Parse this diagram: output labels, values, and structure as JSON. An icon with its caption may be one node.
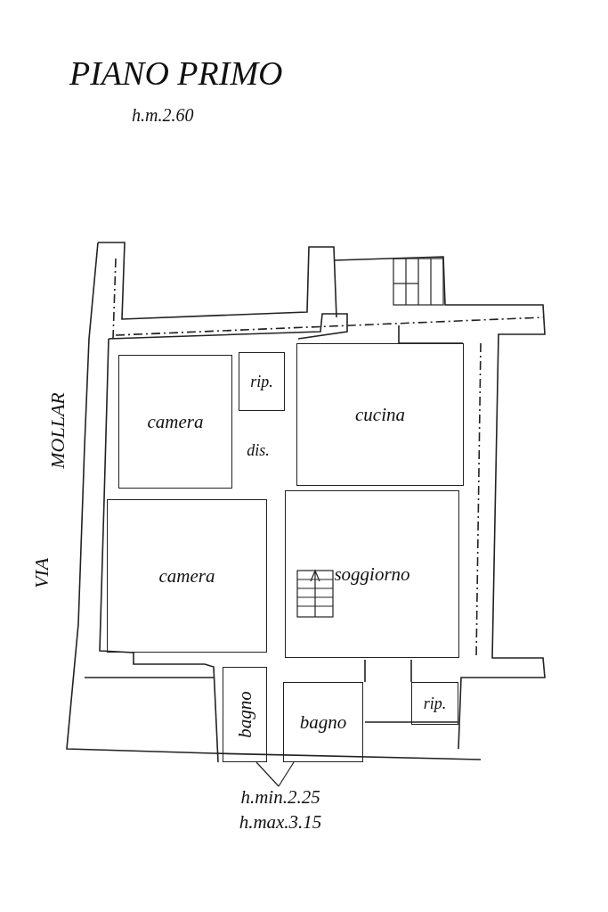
{
  "diagram": {
    "title": "PIANO PRIMO",
    "nodes": [
      {
        "text": [
          "camera"
        ]
      },
      {
        "text": [
          "rip."
        ]
      },
      {
        "text": [
          "cucina"
        ]
      },
      {
        "text": [
          "dis."
        ]
      },
      {
        "text": [
          "camera"
        ]
      },
      {
        "text": [
          "soggiorno"
        ]
      },
      {
        "text": [
          "bagno"
        ]
      },
      {
        "text": [
          "bagno"
        ]
      },
      {
        "text": [
          "rip."
        ]
      },
      {
        "text": [
          "h.min.2.25",
          "h.max.3.15"
        ]
      }
    ],
    "edges": [
      {
        "from": 9,
        "to": 6,
        "arrow": "none"
      },
      {
        "from": 9,
        "to": 7,
        "arrow": "none"
      }
    ],
    "labels": [
      "h.m.2.60",
      "VIA",
      "MOLLAR"
    ]
  }
}
